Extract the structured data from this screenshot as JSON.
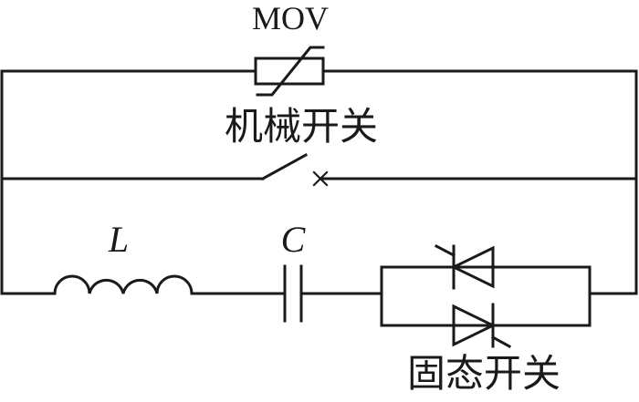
{
  "diagram": {
    "type": "circuit-schematic",
    "labels": {
      "mov": "MOV",
      "mechanical_switch": "机械开关",
      "inductor": "L",
      "capacitor": "C",
      "solid_state_switch": "固态开关"
    },
    "components": [
      {
        "id": "mov",
        "kind": "metal-oxide-varistor",
        "branch": "top"
      },
      {
        "id": "mechanical_switch",
        "kind": "mechanical-switch",
        "branch": "middle",
        "state": "open"
      },
      {
        "id": "inductor",
        "kind": "inductor",
        "branch": "bottom"
      },
      {
        "id": "capacitor",
        "kind": "capacitor",
        "branch": "bottom"
      },
      {
        "id": "solid_state_switch",
        "kind": "anti-parallel-thyristors",
        "branch": "bottom"
      }
    ],
    "colors": {
      "stroke": "#1a1a1a",
      "background": "#ffffff"
    }
  }
}
